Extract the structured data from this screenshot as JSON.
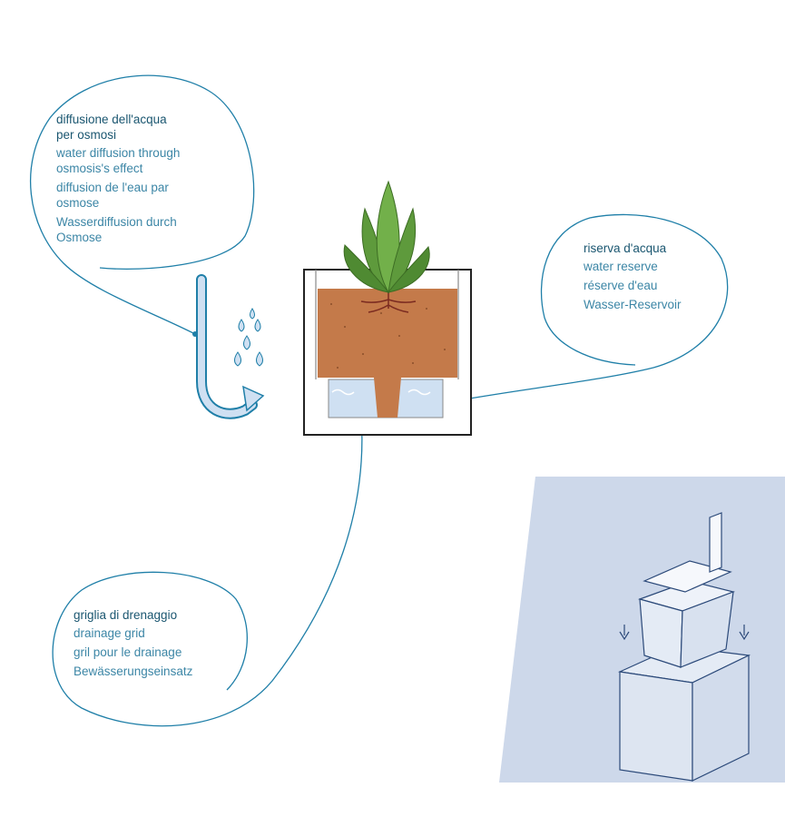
{
  "labels": {
    "osmosis": {
      "title": "diffusione dell'acqua\nper osmosi",
      "lines": [
        "water diffusion through\nosmosis's effect",
        "diffusion de l'eau par\nosmose",
        "Wasserdiffusion durch\nOsmose"
      ]
    },
    "reserve": {
      "title": "riserva d'acqua",
      "lines": [
        "water reserve",
        "réserve d'eau",
        "Wasser-Reservoir"
      ]
    },
    "grid": {
      "title": "griglia di drenaggio",
      "lines": [
        "drainage grid",
        "gril pour le drainage",
        "Bewässerungseinsatz"
      ]
    }
  },
  "colors": {
    "line": "#1f7fa8",
    "soil": "#c47a4a",
    "water": "#cfe0f2",
    "leaf": "#5e9a3c",
    "panel": "#cdd8ea"
  }
}
